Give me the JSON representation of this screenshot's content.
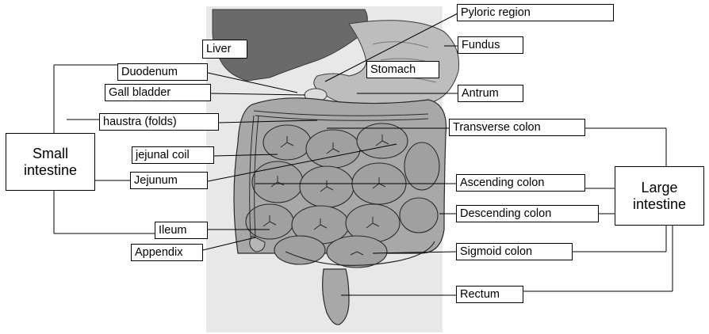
{
  "labels": {
    "pyloric_region": "Pyloric region",
    "fundus": "Fundus",
    "liver": "Liver",
    "duodenum": "Duodenum",
    "stomach": "Stomach",
    "gall_bladder": "Gall bladder",
    "antrum": "Antrum",
    "haustra": "haustra (folds)",
    "transverse_colon": "Transverse colon",
    "jejunal_coil": "jejunal coil",
    "jejunum": "Jejunum",
    "ascending_colon": "Ascending colon",
    "descending_colon": "Descending colon",
    "ileum": "Ileum",
    "appendix": "Appendix",
    "sigmoid_colon": "Sigmoid colon",
    "rectum": "Rectum"
  },
  "groups": {
    "small_intestine": "Small intestine",
    "large_intestine": "Large intestine"
  },
  "colors": {
    "panel": "#e8e8e8",
    "organ": "#a8a8a8",
    "liver": "#6a6a6a",
    "stomach": "#bdbdbd",
    "outline": "#2a2a2a"
  }
}
